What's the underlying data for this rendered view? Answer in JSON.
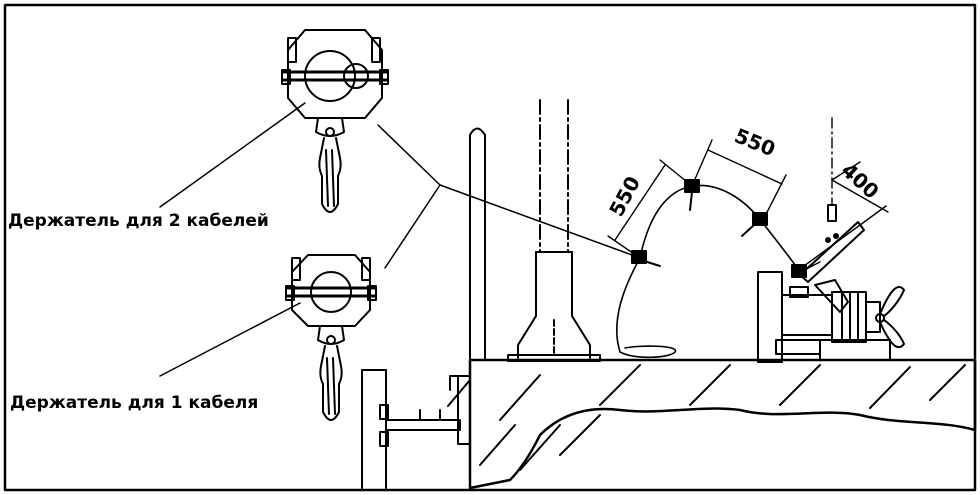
{
  "labels": {
    "holder_2_cables": "Держатель для 2 кабелей",
    "holder_1_cable": "Держатель для 1 кабеля"
  },
  "dimensions": {
    "d1": "550",
    "d2": "550",
    "d3": "400"
  }
}
